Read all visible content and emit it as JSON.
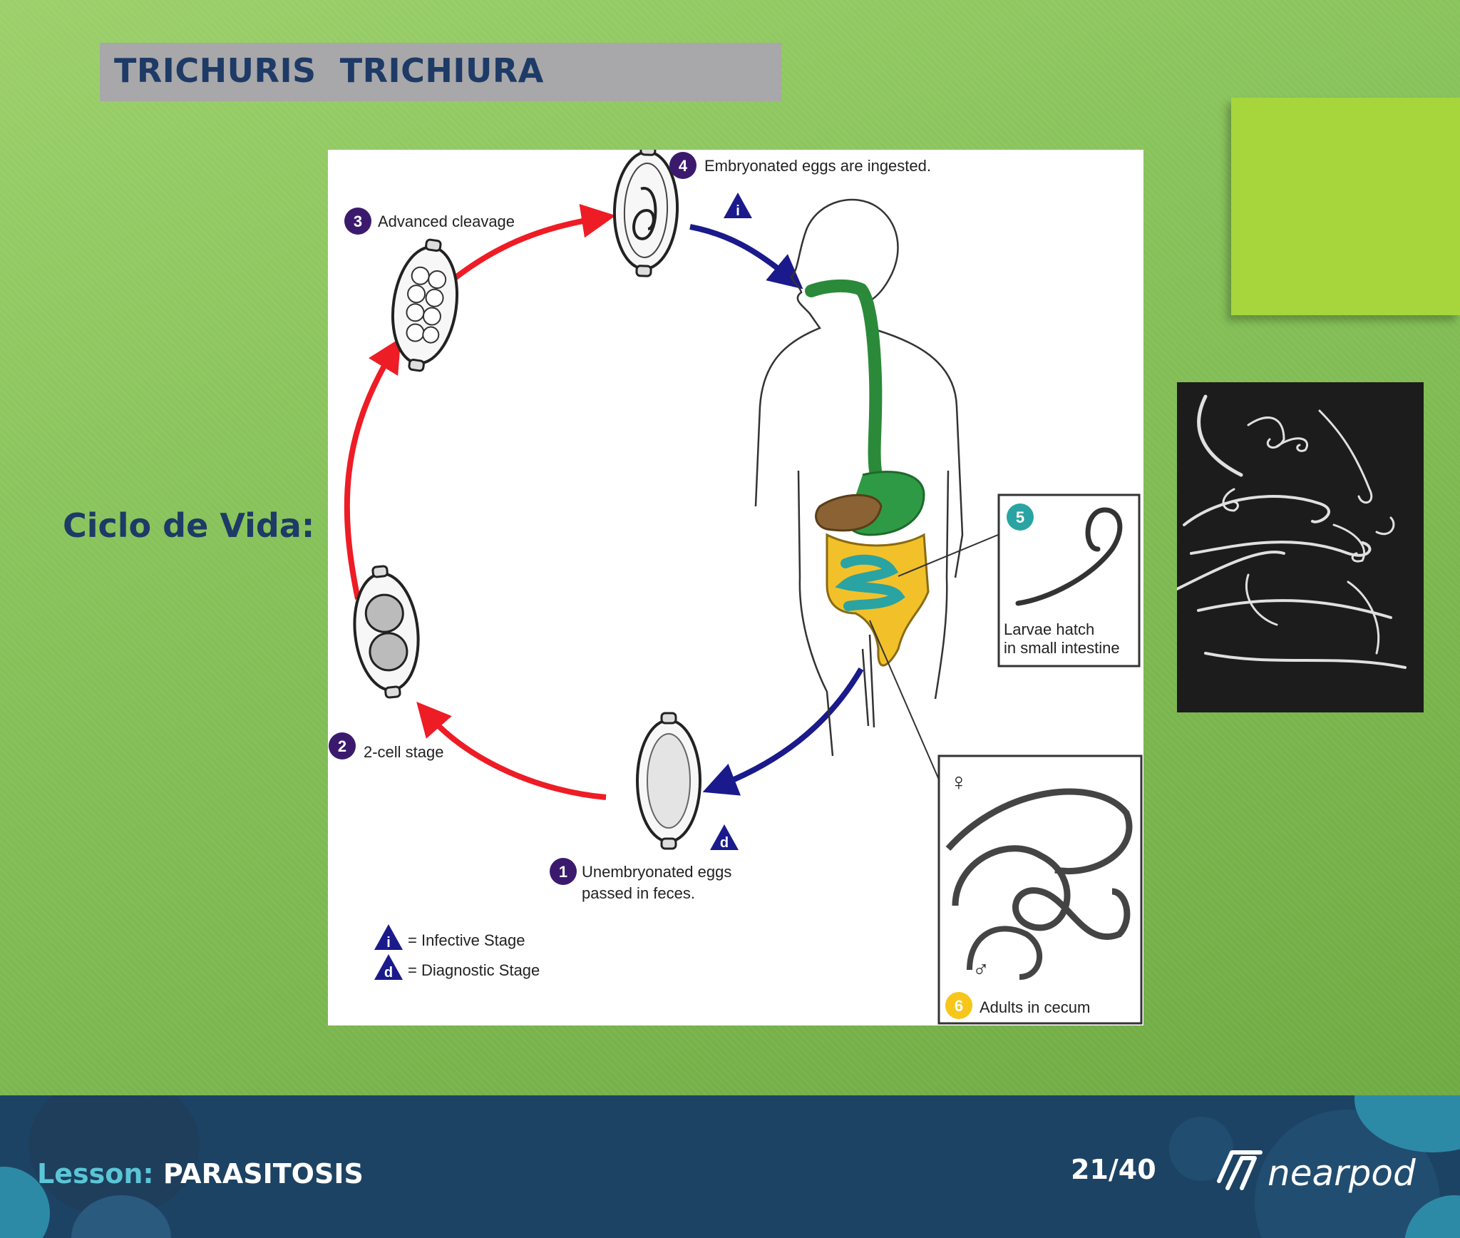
{
  "slide": {
    "title": "TRICHURIS  TRICHIURA",
    "ciclo_label": "Ciclo de Vida:"
  },
  "diagram": {
    "step1_number": "1",
    "step1_line1": "Unembryonated eggs",
    "step1_line2": "passed in feces.",
    "step2_number": "2",
    "step2_label": "2-cell stage",
    "step3_number": "3",
    "step3_label": "Advanced cleavage",
    "step4_number": "4",
    "step4_label": "Embryonated eggs are ingested.",
    "step5_number": "5",
    "step5_line1": "Larvae hatch",
    "step5_line2": "in small intestine",
    "step6_number": "6",
    "step6_label": "Adults in cecum",
    "female_symbol": "♀",
    "male_symbol": "♂",
    "infective_marker": "i",
    "diagnostic_marker": "d",
    "legend_infective": "= Infective Stage",
    "legend_diagnostic": "= Diagnostic Stage"
  },
  "footer": {
    "lesson_key": "Lesson:",
    "lesson_value": "PARASITOSIS",
    "page": "21/40",
    "brand": "nearpod"
  },
  "colors": {
    "title_text": "#1e3a66",
    "title_bar": "#a8a7a9",
    "accent_square": "#a6d63c",
    "footer_bg": "#1d4364",
    "lesson_key": "#5bc5d6",
    "red_arrow": "#ee1c25",
    "blue_arrow": "#1a1a8c",
    "step_badge": "#3b1a6e",
    "step5_badge": "#2aa3a3",
    "step6_badge": "#f6c61a"
  }
}
